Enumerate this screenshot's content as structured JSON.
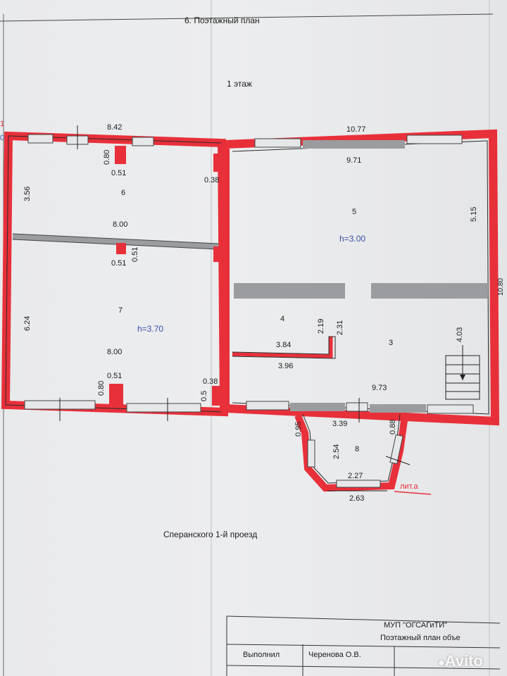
{
  "header": {
    "section_title": "6.  Поэтажный план",
    "floor_title": "1 этаж"
  },
  "dimensions": {
    "left_top_length": "8.42",
    "right_top_length": "10.77",
    "room5_inner_length": "9.71",
    "room5_width": "5.15",
    "right_side_total": "10.80",
    "room6_depth": "3.56",
    "room7_depth": "6.24",
    "room6_length": "8.00",
    "room7_length": "8.00",
    "pillar_top_h": "0.80",
    "pillar_top_w": "0.51",
    "pillar_mid_w": "0.51",
    "pillar_mid_h": "0.51",
    "pillar_bot_w": "0.51",
    "pillar_bot_h": "0.80",
    "wall_right_top": "0.38",
    "wall_right_bottom": "0.38",
    "wall_small": "0.5",
    "room4_depth_a": "2.19",
    "room4_depth_b": "2.31",
    "room4_length": "3.84",
    "room4_outer_length": "3.96",
    "room3_depth": "4.03",
    "bottom_inner_length": "9.73",
    "porch_opening": "3.39",
    "porch_left_side": "0.95",
    "porch_right_side": "0.88",
    "porch_depth": "2.54",
    "porch_inner_width": "2.27",
    "porch_outer_width": "2.63"
  },
  "rooms": {
    "r3": "3",
    "r4": "4",
    "r5": "5",
    "r6": "6",
    "r7": "7",
    "r8": "8"
  },
  "heights": {
    "left_block": "h=3.70",
    "right_block": "h=3.00"
  },
  "labels": {
    "lit_a": "лит.а",
    "street": "Сперанского 1-й проезд",
    "edge_left_top": "1",
    "edge_left_mid": "0"
  },
  "stamp": {
    "org": "МУП \"ОГСАГиТИ\"",
    "doc": "Поэтажный план объе",
    "performed_label": "Выполнил",
    "performer": "Черенова О.В."
  },
  "watermark": "Avito",
  "colors": {
    "wall": "#e8303a",
    "wall_gray": "#9a9ca0",
    "line": "#2a2a2a",
    "blue": "#3a4fa8"
  }
}
